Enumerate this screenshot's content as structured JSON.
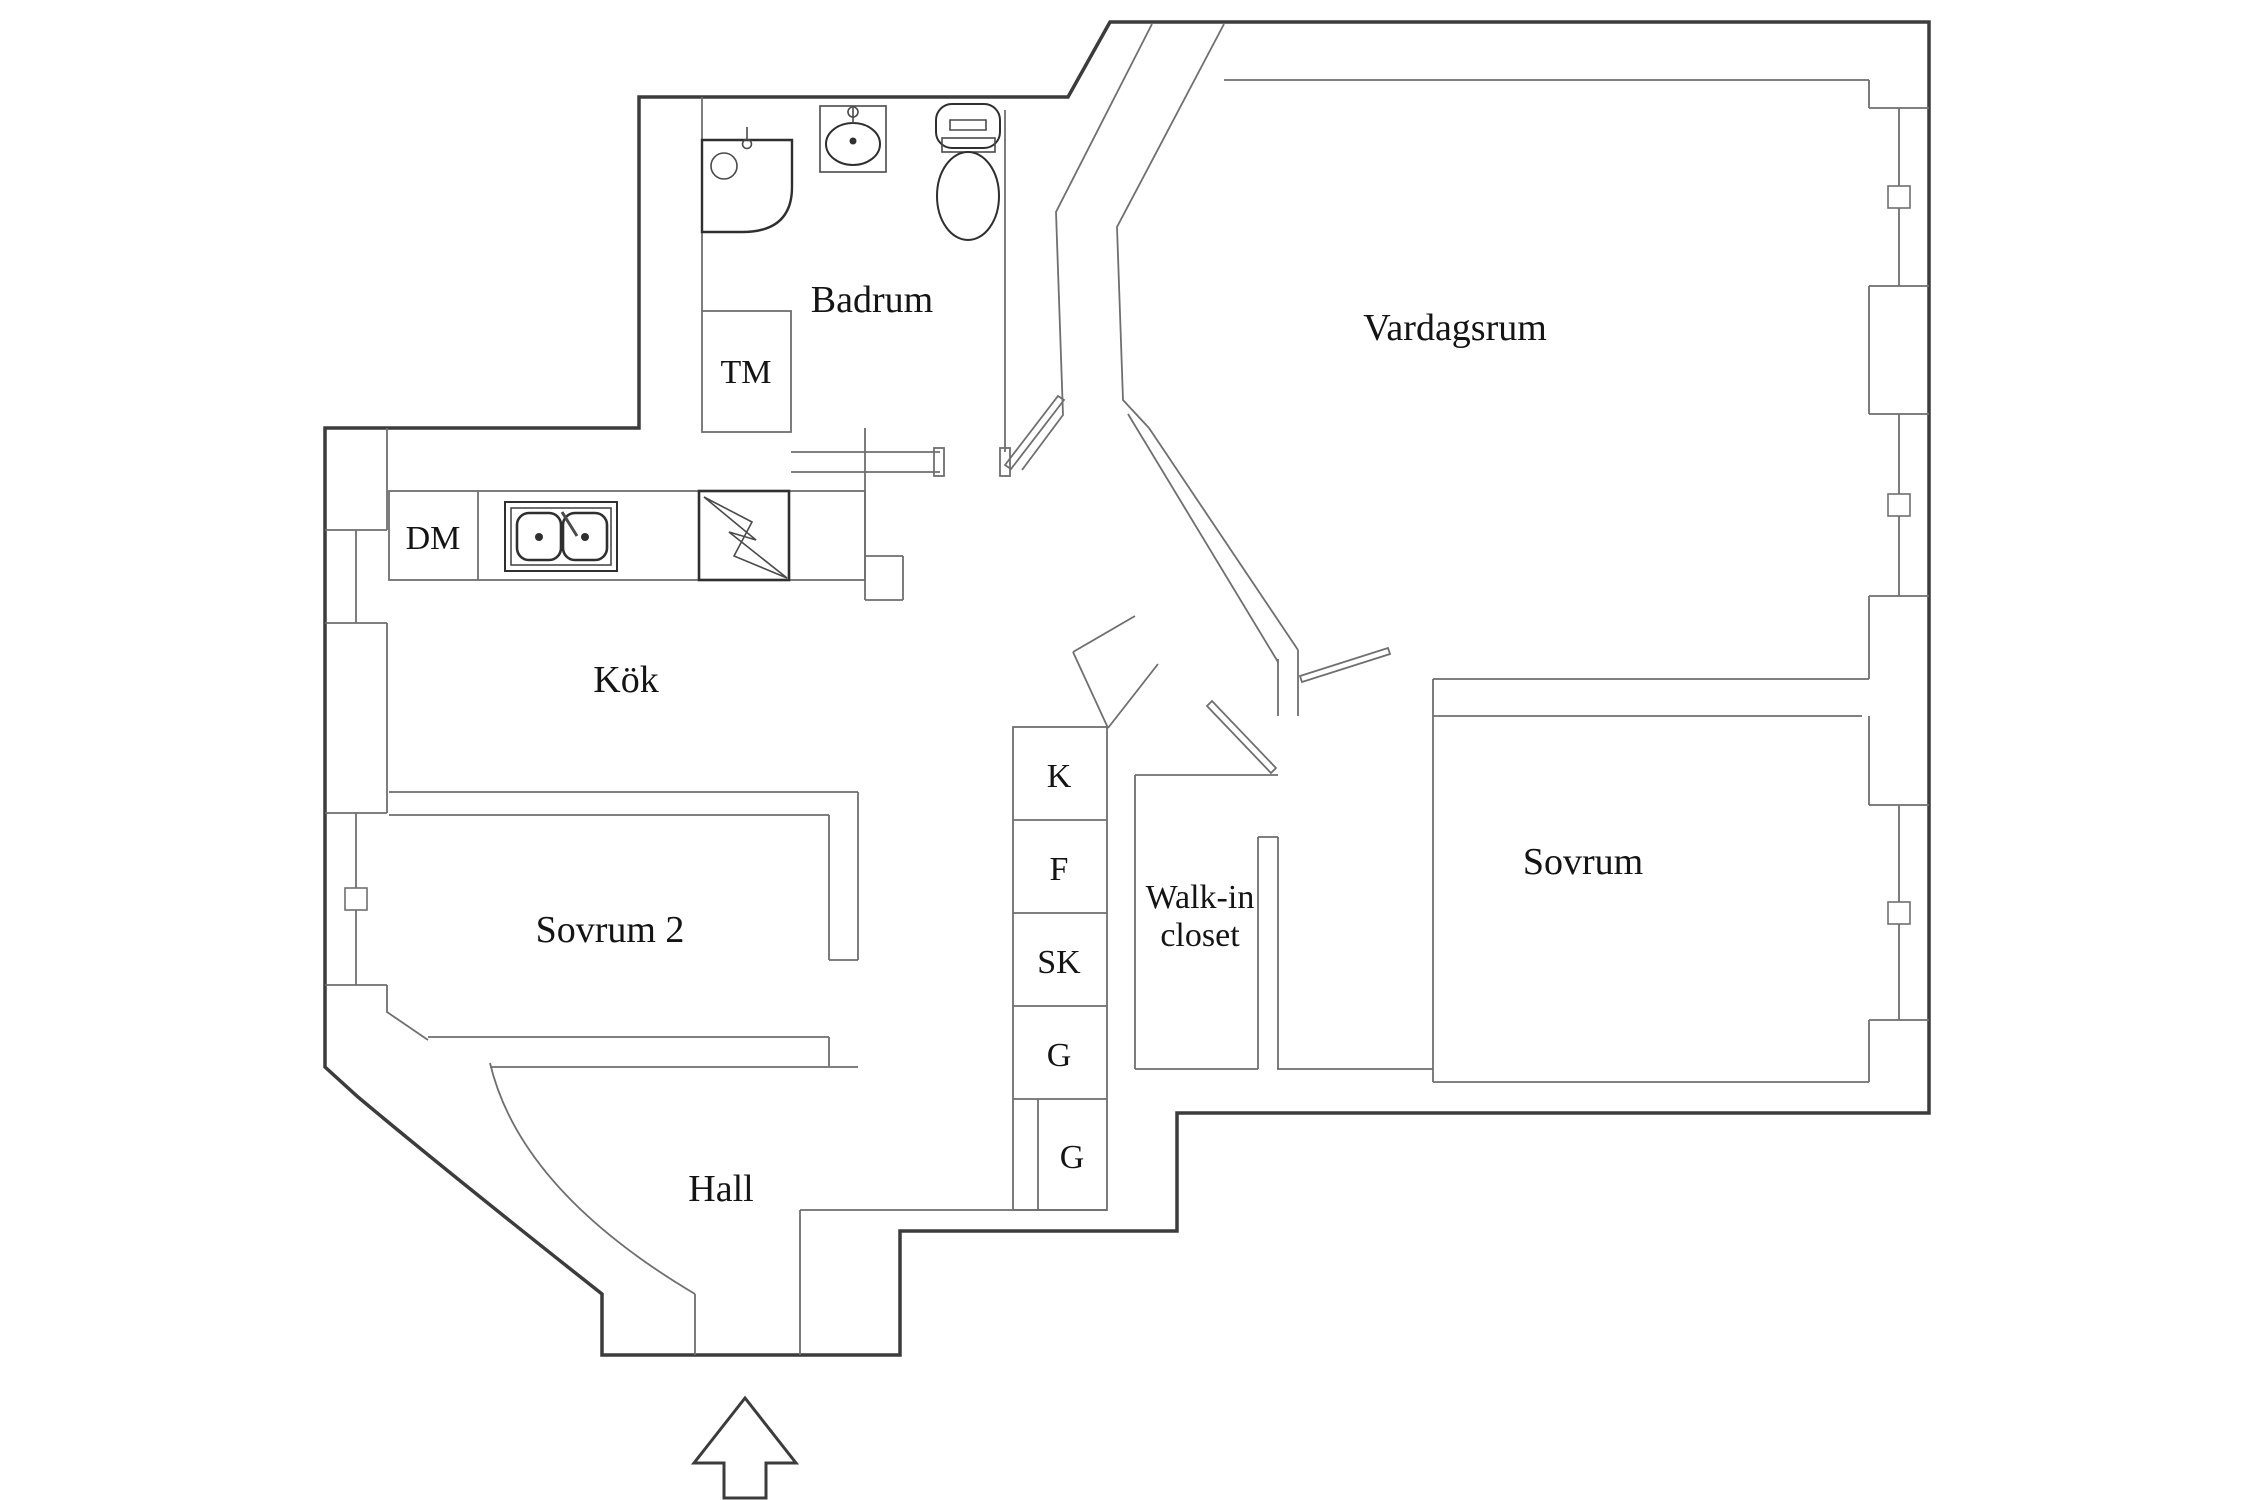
{
  "drawing": {
    "type": "apartment floor plan",
    "language": "Swedish",
    "colors": {
      "background": "#ffffff",
      "outer_wall": "#3c3c3c",
      "inner_wall": "#6f6f6f",
      "text": "#141414"
    }
  },
  "rooms": {
    "badrum": {
      "label": "Badrum"
    },
    "vardagsrum": {
      "label": "Vardagsrum"
    },
    "kok": {
      "label": "Kök"
    },
    "sovrum2": {
      "label": "Sovrum 2"
    },
    "sovrum": {
      "label": "Sovrum"
    },
    "hall": {
      "label": "Hall"
    },
    "walkin": {
      "line1": "Walk-in",
      "line2": "closet"
    }
  },
  "appliances": {
    "tm": {
      "label": "TM"
    },
    "dm": {
      "label": "DM"
    }
  },
  "closets": {
    "c1": {
      "label": "K"
    },
    "c2": {
      "label": "F"
    },
    "c3": {
      "label": "SK"
    },
    "c4": {
      "label": "G"
    },
    "c5": {
      "label": "G"
    }
  },
  "icons": {
    "entrance": "arrow-up-icon",
    "windows": 5,
    "door_swings": 3,
    "fixtures": [
      "shower",
      "washbasin",
      "toilet",
      "double-kitchen-sink",
      "stove",
      "washing-machine",
      "dishwasher"
    ]
  }
}
